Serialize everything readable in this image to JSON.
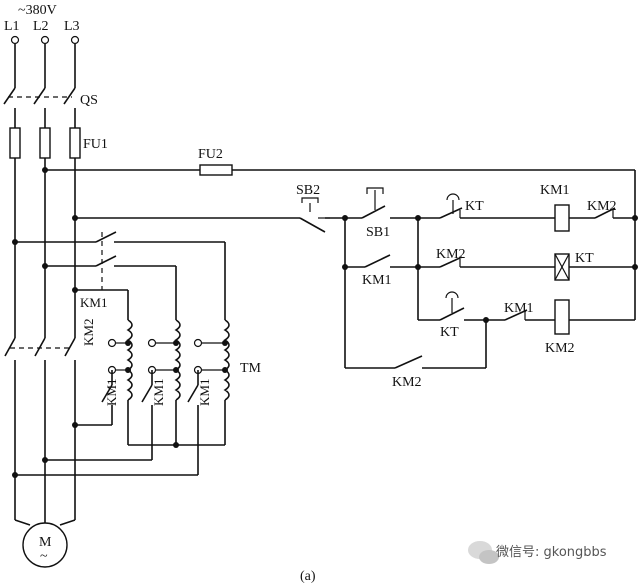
{
  "supply": {
    "voltage": "~380V",
    "phases": [
      "L1",
      "L2",
      "L3"
    ]
  },
  "labels": {
    "qs": "QS",
    "fu1": "FU1",
    "fu2": "FU2",
    "sb2": "SB2",
    "sb1": "SB1",
    "kt_coil_contact": "KT",
    "km1_coil": "KM1",
    "km2_contact_top": "KM2",
    "km1_hold": "KM1",
    "km2_row2": "KM2",
    "kt_row2": "KT",
    "kt_row3": "KT",
    "km1_row3": "KM1",
    "km2_coil": "KM2",
    "km2_bottom": "KM2",
    "km1_main": "KM1",
    "km2_main": "KM2",
    "km1_a": "KM1",
    "km1_b": "KM1",
    "km1_c": "KM1",
    "tm": "TM"
  },
  "motor": {
    "letter": "M",
    "symbol": "~"
  },
  "caption": "(a)",
  "watermark": "微信号: gkongbbs"
}
